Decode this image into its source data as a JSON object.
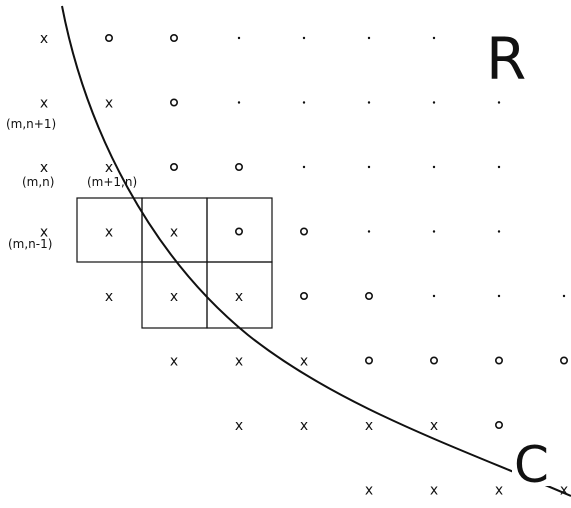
{
  "region_label": "R",
  "curve_label": "C",
  "point_labels": {
    "m_n_plus_1": "(m,n+1)",
    "m_n": "(m,n)",
    "m_plus_1_n": "(m+1,n)",
    "m_n_minus_1": "(m,n-1)"
  },
  "symbols": {
    "exterior": "x",
    "interior": "o",
    "unmarked": "."
  },
  "grid_rows": [
    "xoo....",
    "xxo.....",
    "xxoo....",
    "xxxoo...",
    "xxxoo...",
    "xxxoooo",
    "xxxxo",
    "xxxx"
  ],
  "colors": {
    "ink": "#111111",
    "background": "#ffffff"
  }
}
